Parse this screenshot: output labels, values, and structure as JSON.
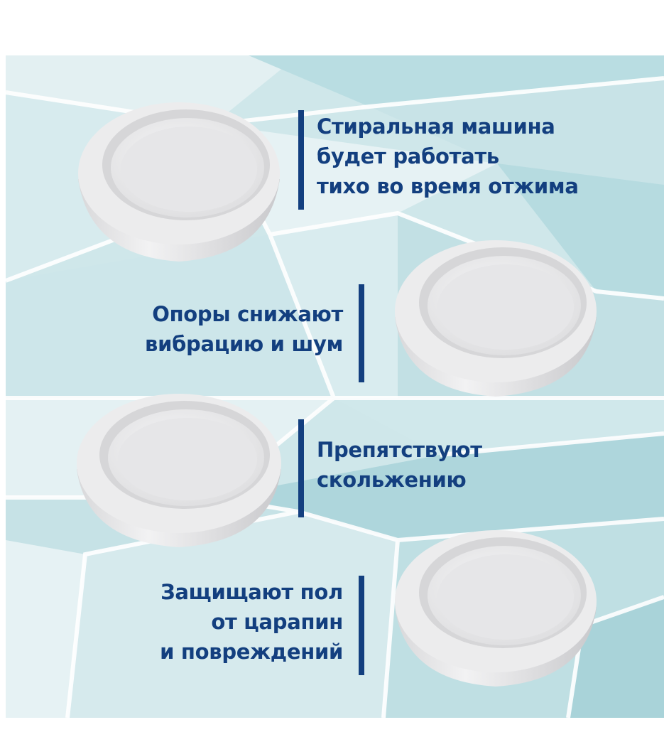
{
  "features": [
    {
      "lines": [
        "Стиральная машина",
        "будет работать",
        "тихо во время отжима"
      ]
    },
    {
      "lines": [
        "Опоры снижают",
        "вибрацию и шум"
      ]
    },
    {
      "lines": [
        "Препятствуют",
        "скольжению"
      ]
    },
    {
      "lines": [
        "Защищают пол",
        "от царапин",
        "и повреждений"
      ]
    }
  ],
  "colors": {
    "text": "#133f7f",
    "accent_bar": "#133f7f",
    "background_light": "#dcecef",
    "background_mid": "#c3e0e4",
    "background_dark": "#a9d3d9",
    "product": "#e9e9eb"
  },
  "product": {
    "icon": "anti-vibration-foot-icon",
    "count": 4
  }
}
